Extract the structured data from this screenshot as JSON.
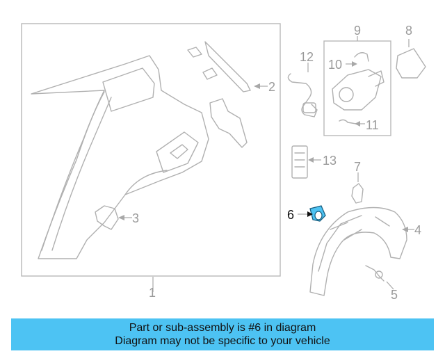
{
  "callouts": {
    "c1": "1",
    "c2": "2",
    "c3": "3",
    "c4": "4",
    "c5": "5",
    "c6": "6",
    "c7": "7",
    "c8": "8",
    "c9": "9",
    "c10": "10",
    "c11": "11",
    "c12": "12",
    "c13": "13"
  },
  "highlight_color": "#4dc3f3",
  "banner": {
    "line1": "Part or sub-assembly is #6 in diagram",
    "line2": "Diagram may not be specific to your vehicle",
    "background": "#4dc3f3"
  }
}
